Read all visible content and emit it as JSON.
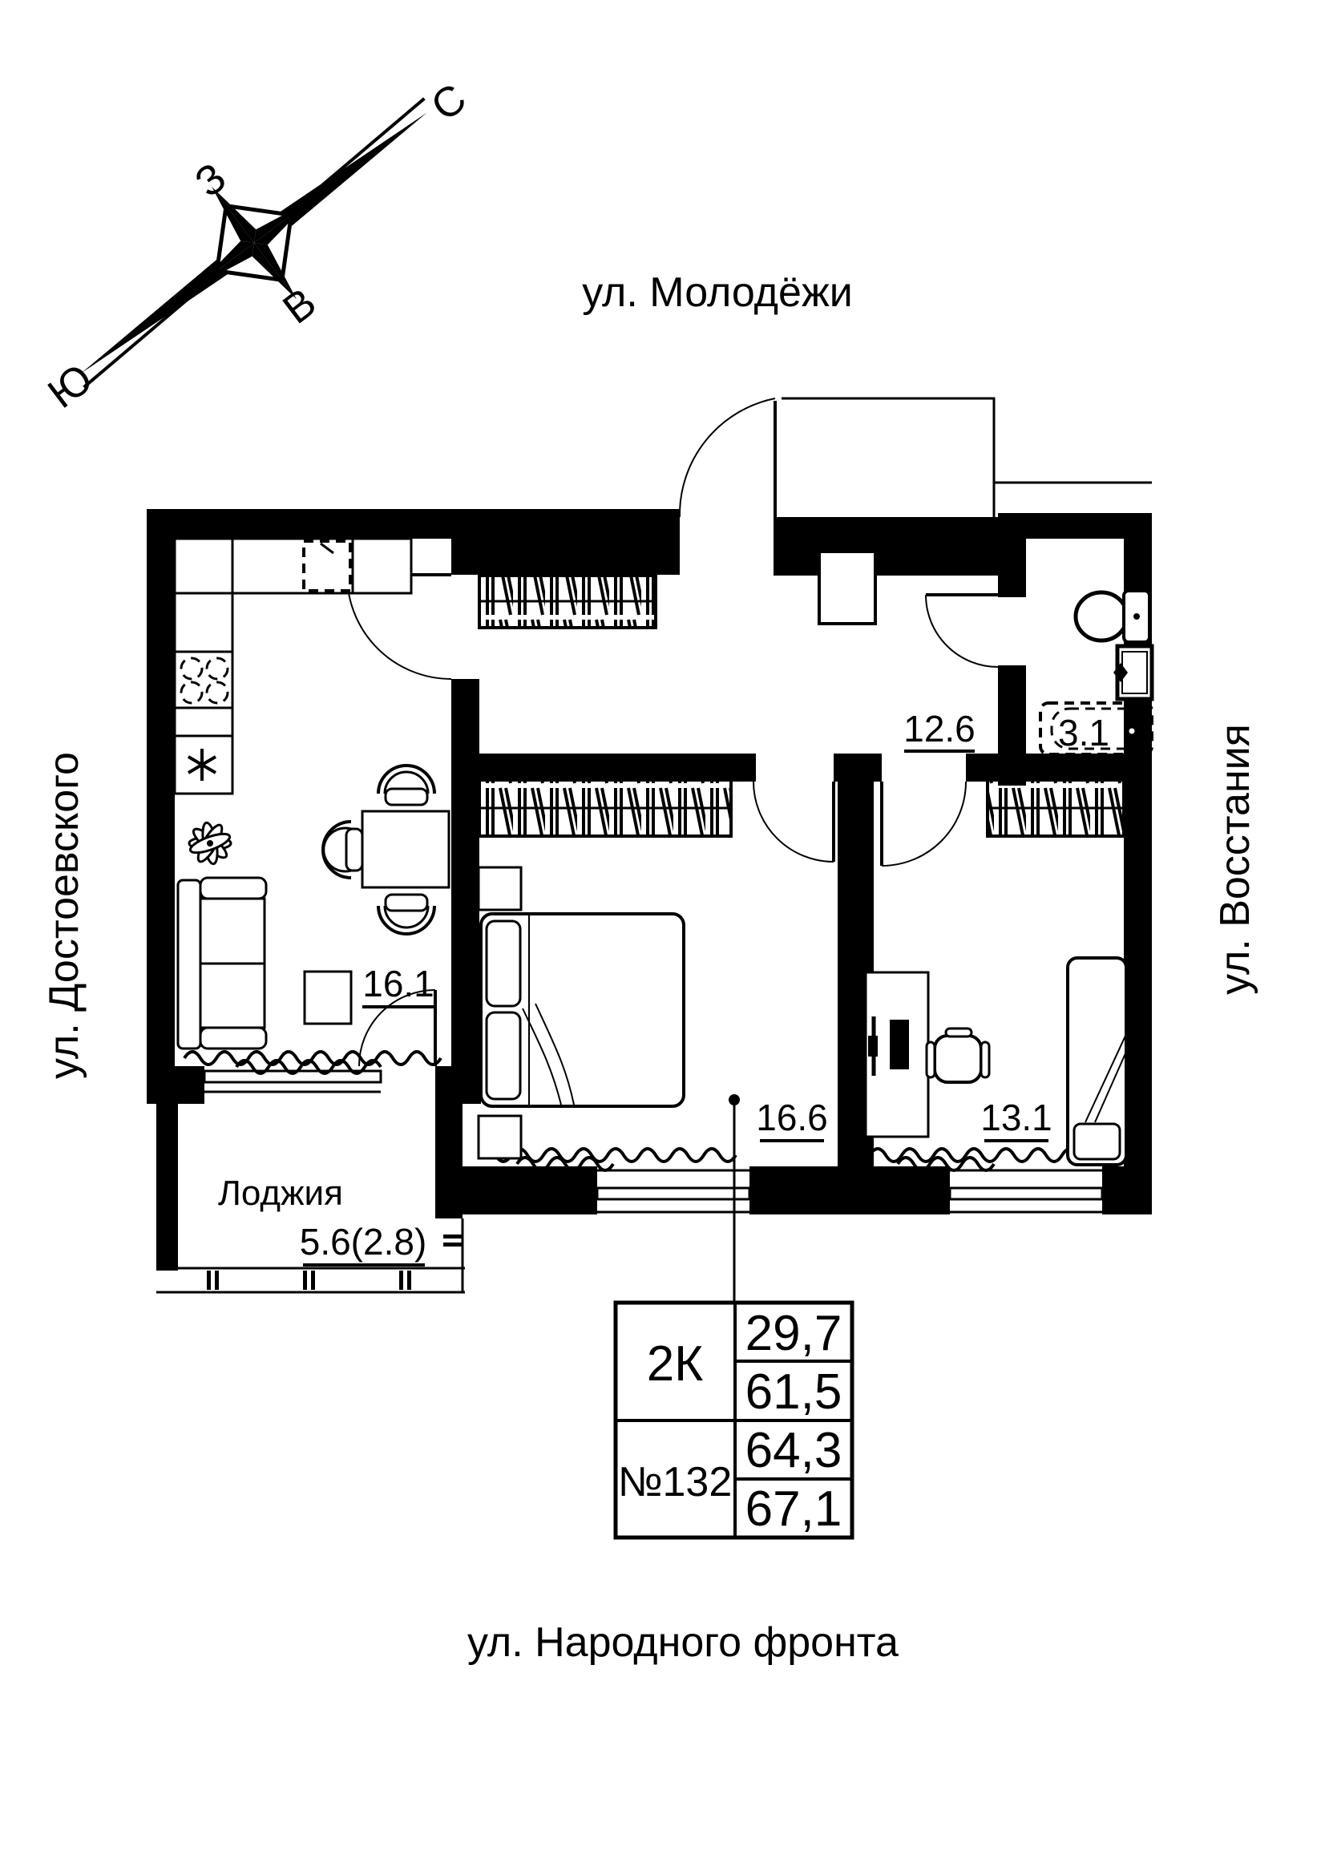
{
  "compass": {
    "n": "С",
    "w": "З",
    "e": "В",
    "s": "Ю"
  },
  "streets": {
    "top": "ул. Молодёжи",
    "left": "ул. Достоевского",
    "right": "ул. Восстания",
    "bottom": "ул. Народного фронта"
  },
  "rooms": {
    "kitchen_living": {
      "area": "16.1"
    },
    "hallway": {
      "area": "12.6"
    },
    "bathroom": {
      "area": "3.1"
    },
    "bedroom_main": {
      "area": "16.6"
    },
    "bedroom_second": {
      "area": "13.1"
    },
    "loggia": {
      "name": "Лоджия",
      "area": "5.6(2.8)"
    }
  },
  "info_table": {
    "left_rows": [
      "2К",
      "№132"
    ],
    "values": [
      "29,7",
      "61,5",
      "64,3",
      "67,1"
    ]
  },
  "colors": {
    "ink": "#000000",
    "background": "#ffffff"
  }
}
